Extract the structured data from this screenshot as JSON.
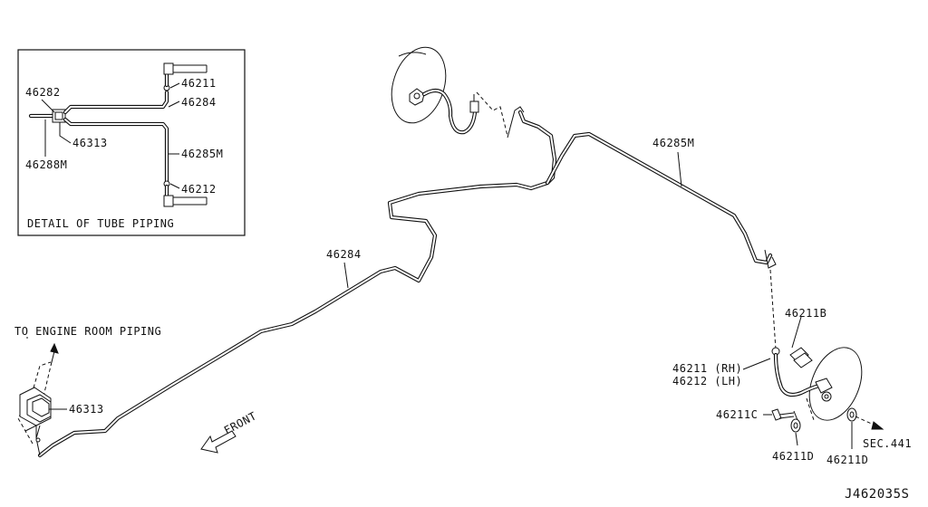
{
  "detail": {
    "title": "DETAIL OF TUBE PIPING",
    "labels": {
      "p46282": "46282",
      "p46288M": "46288M",
      "p46313": "46313",
      "p46211": "46211",
      "p46284": "46284",
      "p46285M": "46285M",
      "p46212": "46212"
    }
  },
  "main": {
    "labels": {
      "p46285M": "46285M",
      "p46284": "46284",
      "engine_room": "TO ENGINE ROOM PIPING",
      "p46313": "46313",
      "front": "FRONT",
      "p46211B": "46211B",
      "p46211_rh": "46211 (RH)",
      "p46212_lh": "46212 (LH)",
      "p46211C": "46211C",
      "p46211D_a": "46211D",
      "p46211D_b": "46211D",
      "sec441": "SEC.441"
    }
  },
  "diagram_code": "J462035S"
}
